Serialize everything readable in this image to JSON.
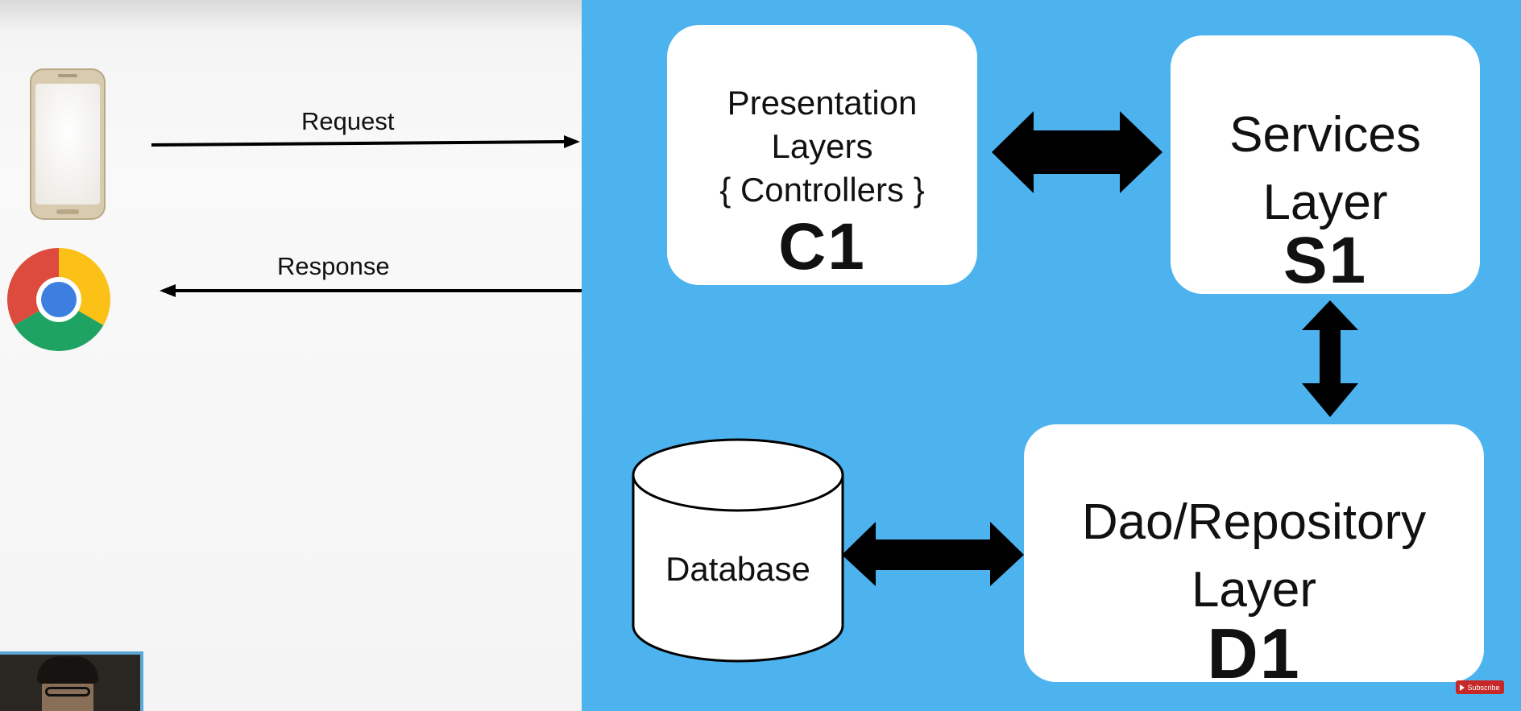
{
  "clients": {
    "phone": {
      "icon": "smartphone-icon"
    },
    "browser": {
      "icon": "chrome-browser-icon"
    }
  },
  "arrows": {
    "request_label": "Request",
    "response_label": "Response"
  },
  "layers": {
    "presentation": {
      "title_lines": [
        "Presentation",
        "Layers",
        "{ Controllers }"
      ],
      "code": "C1"
    },
    "services": {
      "title_lines": [
        "Services",
        "Layer"
      ],
      "code": "S1"
    },
    "repository": {
      "title_lines": [
        "Dao/Repository",
        "Layer"
      ],
      "code": "D1"
    }
  },
  "database": {
    "label": "Database"
  },
  "overlay": {
    "subscribe_label": "Subscribe"
  },
  "colors": {
    "panel_blue": "#4db3ee",
    "box_white": "#ffffff",
    "arrow": "#000000"
  }
}
